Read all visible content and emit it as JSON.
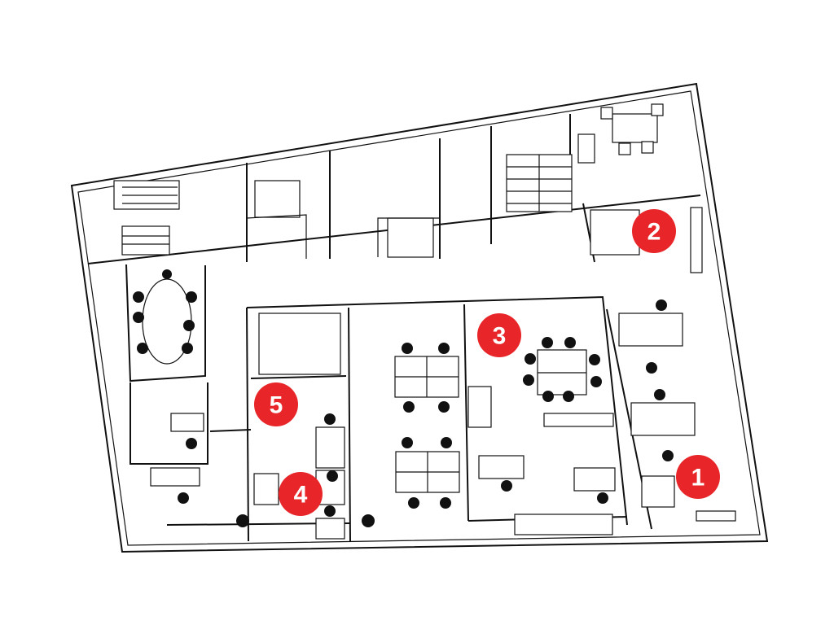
{
  "floor_plan": {
    "markers": [
      {
        "label": "1"
      },
      {
        "label": "2"
      },
      {
        "label": "3"
      },
      {
        "label": "4"
      },
      {
        "label": "5"
      }
    ],
    "marker_color": "#e8262a"
  }
}
